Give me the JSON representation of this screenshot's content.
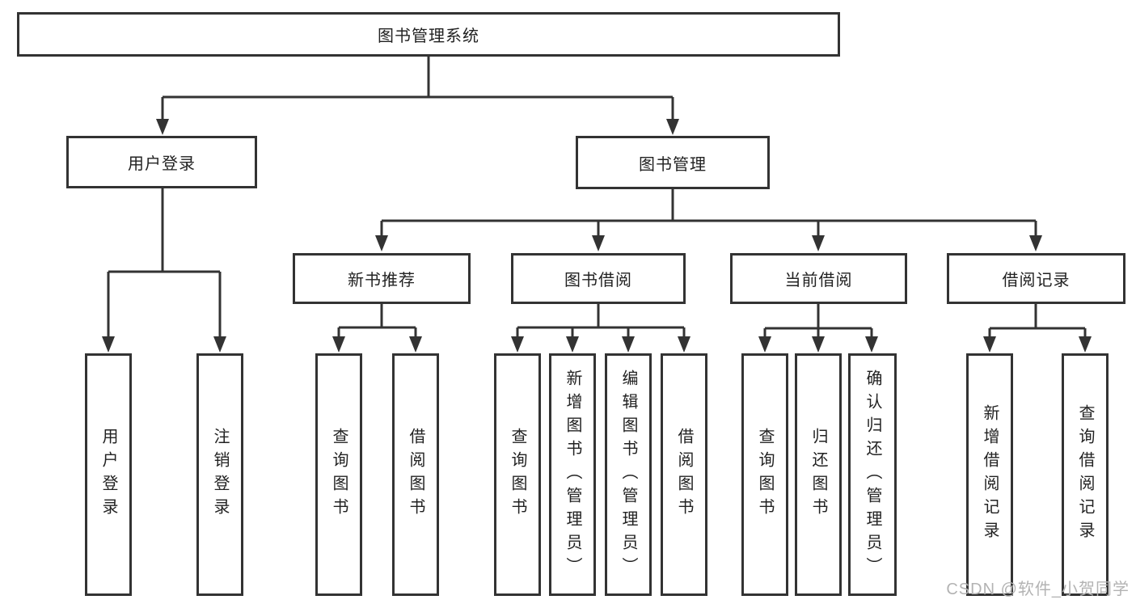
{
  "watermark": {
    "text": "CSDN @软件_小贺同学"
  },
  "colors": {
    "line": "#333333",
    "box_border": "#333333",
    "text": "#222222",
    "background": "#ffffff",
    "watermark": "#b3b3b3"
  },
  "tree": {
    "label": "图书管理系统",
    "children": [
      {
        "label": "用户登录",
        "children": [
          {
            "label": "用户登录"
          },
          {
            "label": "注销登录"
          }
        ]
      },
      {
        "label": "图书管理",
        "children": [
          {
            "label": "新书推荐",
            "children": [
              {
                "label": "查询图书"
              },
              {
                "label": "借阅图书"
              }
            ]
          },
          {
            "label": "图书借阅",
            "children": [
              {
                "label": "查询图书"
              },
              {
                "label": "新增图书（管理员）"
              },
              {
                "label": "编辑图书（管理员）"
              },
              {
                "label": "借阅图书"
              }
            ]
          },
          {
            "label": "当前借阅",
            "children": [
              {
                "label": "查询图书"
              },
              {
                "label": "归还图书"
              },
              {
                "label": "确认归还（管理员）"
              }
            ]
          },
          {
            "label": "借阅记录",
            "children": [
              {
                "label": "新增借阅记录"
              },
              {
                "label": "查询借阅记录"
              }
            ]
          }
        ]
      }
    ]
  }
}
